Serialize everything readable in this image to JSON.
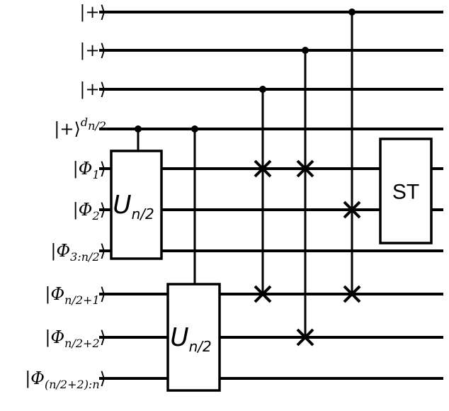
{
  "qubits": [
    {
      "prefix": "|",
      "base": "+",
      "base_italic": false,
      "sub": "",
      "sup": "",
      "suffix": "⟩"
    },
    {
      "prefix": "|",
      "base": "+",
      "base_italic": false,
      "sub": "",
      "sup": "",
      "suffix": "⟩"
    },
    {
      "prefix": "|",
      "base": "+",
      "base_italic": false,
      "sub": "",
      "sup": "",
      "suffix": "⟩"
    },
    {
      "prefix": "|",
      "base": "+",
      "base_italic": false,
      "sub": "",
      "sup": "d",
      "sup_sub": "n/2",
      "suffix": "⟩"
    },
    {
      "prefix": "|",
      "base": "Φ",
      "base_italic": true,
      "sub": "1",
      "sup": "",
      "suffix": "⟩"
    },
    {
      "prefix": "|",
      "base": "Φ",
      "base_italic": true,
      "sub": "2",
      "sup": "",
      "suffix": "⟩"
    },
    {
      "prefix": "|",
      "base": "Φ",
      "base_italic": true,
      "sub": "3:n/2",
      "sup": "",
      "suffix": "⟩"
    },
    {
      "prefix": "|",
      "base": "Φ",
      "base_italic": true,
      "sub": "n/2+1",
      "sup": "",
      "suffix": "⟩"
    },
    {
      "prefix": "|",
      "base": "Φ",
      "base_italic": true,
      "sub": "n/2+2",
      "sup": "",
      "suffix": "⟩"
    },
    {
      "prefix": "|",
      "base": "Φ",
      "base_italic": true,
      "sub": "(n/2+2):n",
      "sup": "",
      "suffix": "⟩"
    }
  ],
  "gates": [
    {
      "kind": "box",
      "id": "u-top",
      "main": "U",
      "sub": "n/2",
      "wires": [
        4,
        6
      ]
    },
    {
      "kind": "box",
      "id": "u-bottom",
      "main": "U",
      "sub": "n/2",
      "wires": [
        7,
        9
      ]
    },
    {
      "kind": "box",
      "id": "st",
      "main": "ST",
      "sub": "",
      "wires": [
        4,
        5
      ]
    }
  ],
  "controls": [
    {
      "id": "ctrl-u-top",
      "control_wire": 3,
      "target": "u-top"
    },
    {
      "id": "ctrl-u-bottom",
      "control_wire": 3,
      "target": "u-bottom"
    },
    {
      "id": "cswap-1",
      "control_wire": 2,
      "swap_wires": [
        4,
        7
      ]
    },
    {
      "id": "cswap-2",
      "control_wire": 1,
      "swap_wires": [
        4,
        8
      ]
    },
    {
      "id": "cswap-3",
      "control_wire": 0,
      "swap_wires": [
        5,
        7
      ]
    }
  ]
}
